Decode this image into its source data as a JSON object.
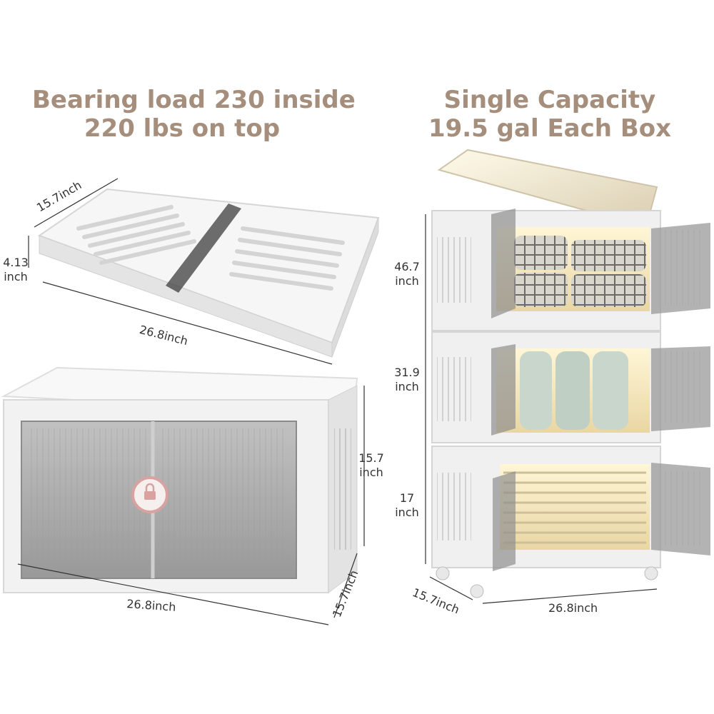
{
  "headline_left": {
    "line1": "Bearing load 230 inside",
    "line2": "220 lbs on top"
  },
  "headline_right": {
    "line1": "Single Capacity",
    "line2": "19.5 gal Each Box"
  },
  "folded_box": {
    "depth": "15.7inch",
    "height_value": "4.13",
    "height_unit": "inch",
    "width": "26.8inch"
  },
  "open_box": {
    "height_value": "15.7",
    "height_unit": "inch",
    "width": "26.8inch",
    "depth": "15.7inch"
  },
  "stacked_boxes": {
    "height_top_value": "46.7",
    "height_top_unit": "inch",
    "height_mid_value": "31.9",
    "height_mid_unit": "inch",
    "height_low_value": "17",
    "height_low_unit": "inch",
    "depth": "15.7inch",
    "width": "26.8inch"
  },
  "colors": {
    "headline": "#a58f7c",
    "box_white": "#f3f3f3",
    "door_gray": "#8f8f8f",
    "warm_light": "#f7e6b5"
  }
}
